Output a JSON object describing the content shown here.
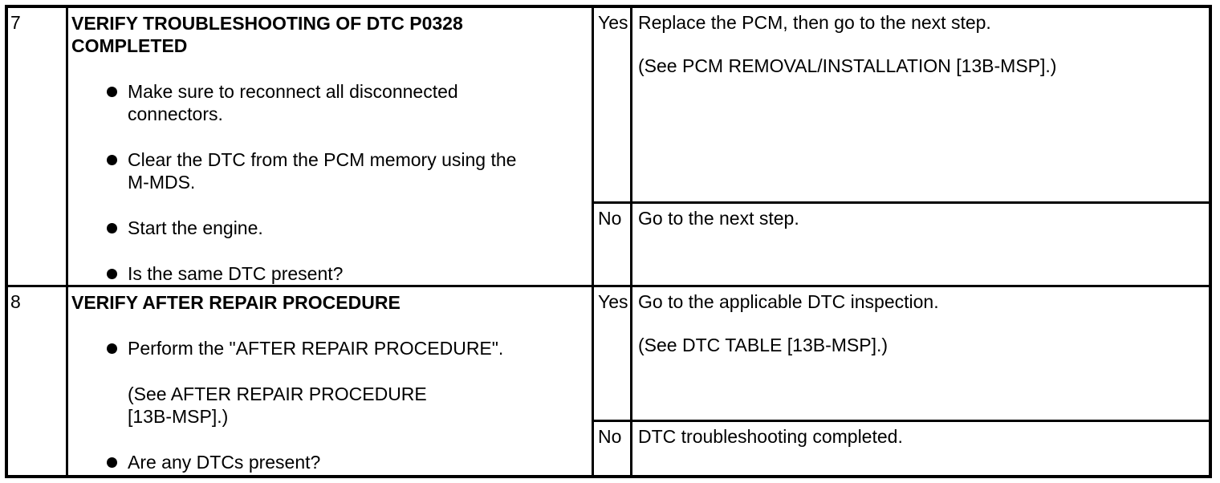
{
  "table": {
    "rows": [
      {
        "step": "7",
        "title_lines": [
          "VERIFY TROUBLESHOOTING OF DTC P0328",
          "COMPLETED"
        ],
        "bullets": [
          "Make sure to reconnect all disconnected connectors.",
          "Clear the DTC from the PCM memory using the M-MDS.",
          "Start the engine.",
          "Is the same DTC present?"
        ],
        "yes_label": "Yes",
        "yes_lines": [
          "Replace the PCM, then go to the next step.",
          "(See PCM REMOVAL/INSTALLATION [13B-MSP].)"
        ],
        "no_label": "No",
        "no_lines": [
          "Go to the next step."
        ]
      },
      {
        "step": "8",
        "title_lines": [
          "VERIFY AFTER REPAIR PROCEDURE"
        ],
        "bullets": [
          "Perform the \"AFTER REPAIR PROCEDURE\".",
          "Are any DTCs present?"
        ],
        "see_note_lines": [
          "(See AFTER REPAIR PROCEDURE",
          "[13B-MSP].)"
        ],
        "yes_label": "Yes",
        "yes_lines": [
          "Go to the applicable DTC inspection.",
          "(See DTC TABLE [13B-MSP].)"
        ],
        "no_label": "No",
        "no_lines": [
          "DTC troubleshooting completed."
        ]
      }
    ]
  }
}
